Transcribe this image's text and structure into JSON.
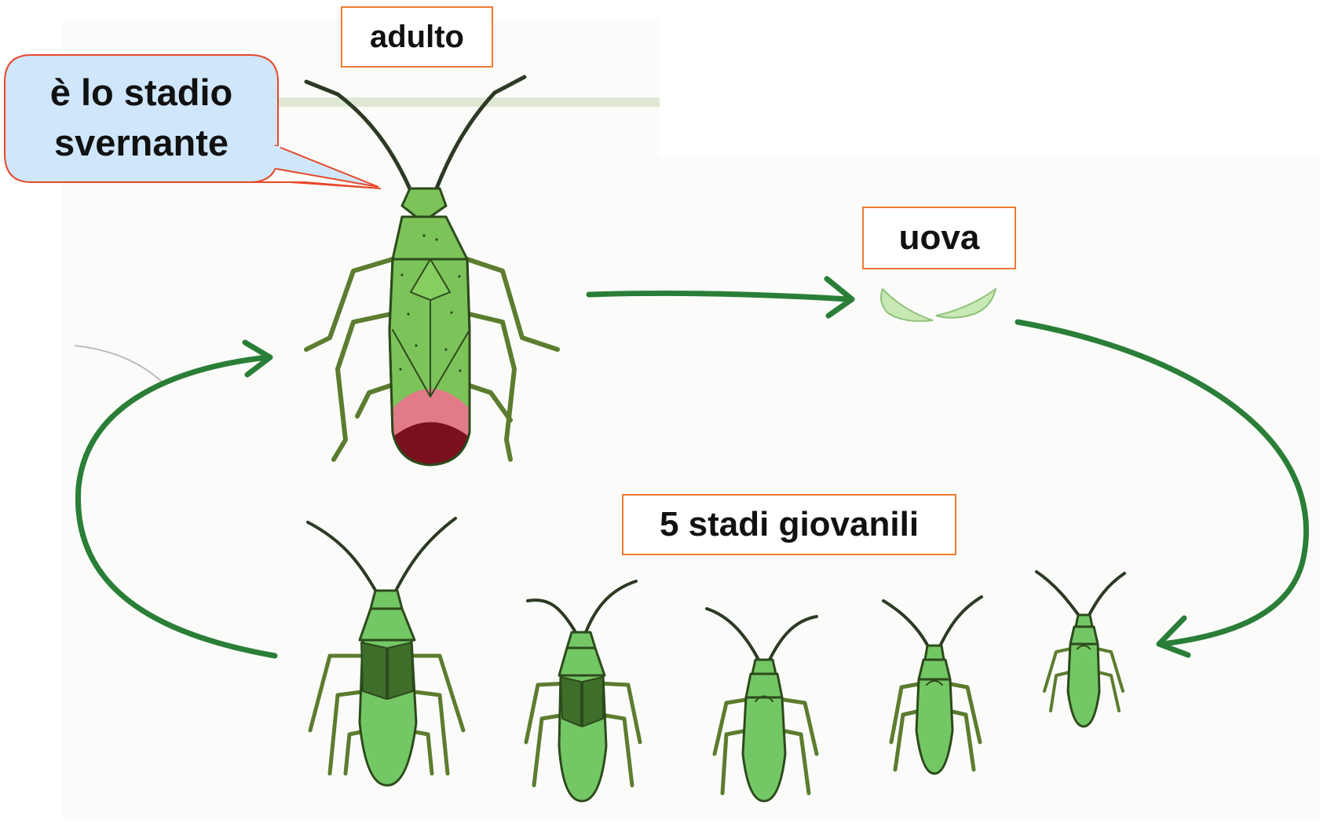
{
  "labels": {
    "adult": "adulto",
    "eggs": "uova",
    "nymphs": "5 stadi giovanili"
  },
  "callout": {
    "line1": "è lo stadio",
    "line2": "svernante"
  },
  "colors": {
    "arrow": "#2a7e37",
    "label_border": "#ee7a31",
    "callout_fill": "#cfe6fb",
    "callout_border": "#e8472a",
    "insect_body": "#7cc45a",
    "nymph_body": "#74c765",
    "wing_pads": "#3f6d2a"
  }
}
